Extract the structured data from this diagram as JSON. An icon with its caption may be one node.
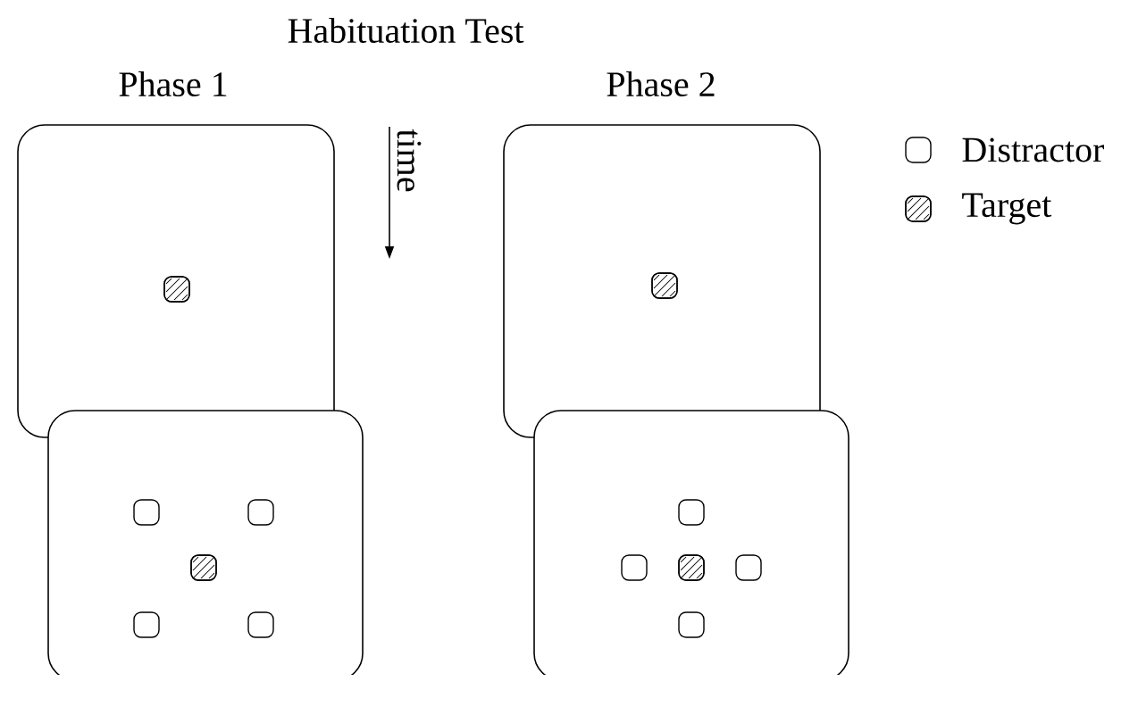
{
  "diagram": {
    "title": "Habituation Test",
    "labels": [
      "Phase 1",
      "Phase 2",
      "time"
    ],
    "legend": [
      {
        "text": "Distractor"
      },
      {
        "text": "Target"
      }
    ]
  }
}
